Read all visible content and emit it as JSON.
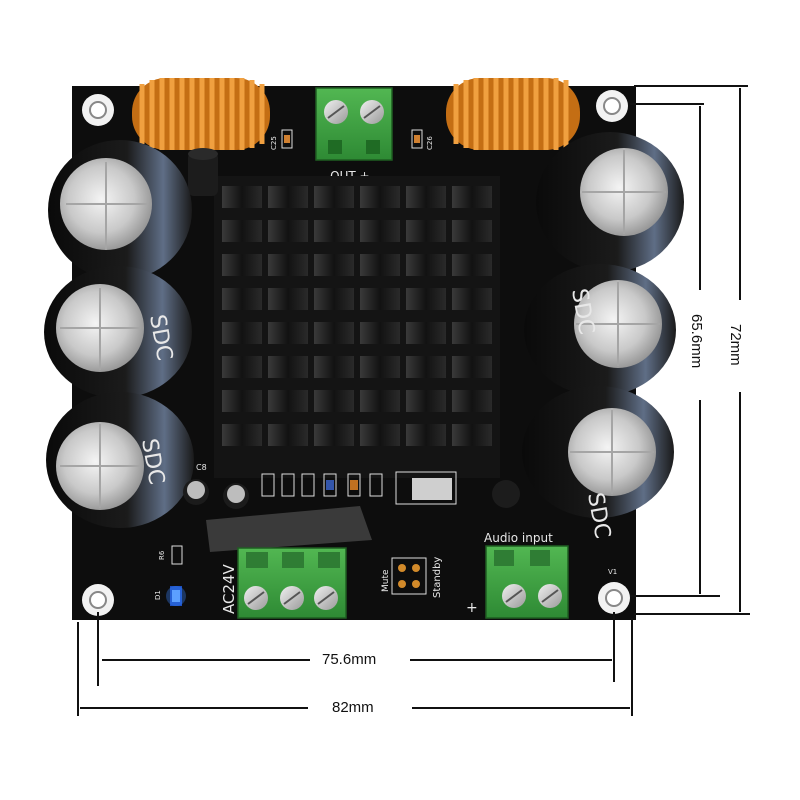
{
  "board": {
    "out_label": "- OUT +",
    "audio_input_label": "Audio input",
    "ac_label": "AC24V",
    "mute_label": "Mute",
    "standby_label": "Standby",
    "plus_label": "+",
    "v1_label": "V1",
    "d1_label": "D1",
    "r6_label": "R6",
    "c8_label": "C8",
    "c25_label": "C25",
    "c26_label": "C26",
    "cap_marking": "SDC",
    "colors": {
      "pcb": "#0d0d0d",
      "terminal": "#3fa33f",
      "copper": "#d4821e",
      "heatsink": "#1a1a1a",
      "led": "#2f7bff"
    }
  },
  "dimensions": {
    "width_inner": "75.6mm",
    "width_outer": "82mm",
    "height_inner": "65.6mm",
    "height_outer": "72mm"
  }
}
